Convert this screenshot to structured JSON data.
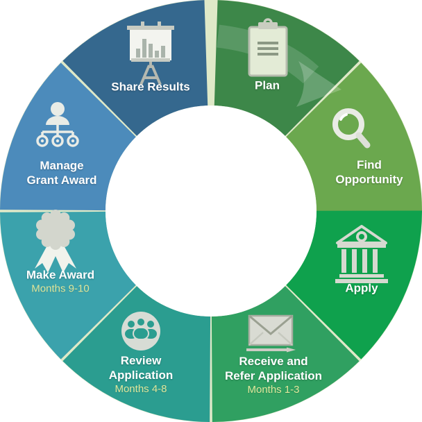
{
  "segments": [
    {
      "id": "plan",
      "label": "Plan",
      "icon": "clipboard-icon",
      "color": "#3D8749"
    },
    {
      "id": "find-opportunity",
      "label": "Find Opportunity",
      "label_lines": [
        "Find",
        "Opportunity"
      ],
      "icon": "magnifying-glass-icon",
      "color": "#6BA84E"
    },
    {
      "id": "apply",
      "label": "Apply",
      "icon": "bank-building-icon",
      "color": "#0FA14D"
    },
    {
      "id": "receive-refer-application",
      "label": "Receive and Refer Application",
      "label_lines": [
        "Receive and",
        "Refer Application"
      ],
      "sublabel": "Months 1-3",
      "icon": "envelope-pen-icon",
      "color": "#30A061"
    },
    {
      "id": "review-application",
      "label": "Review Application",
      "label_lines": [
        "Review",
        "Application"
      ],
      "sublabel": "Months 4-8",
      "icon": "people-group-icon",
      "color": "#2B9D90"
    },
    {
      "id": "make-award",
      "label": "Make Award",
      "sublabel": "Months 9-10",
      "icon": "award-ribbon-icon",
      "color": "#3BA2AC"
    },
    {
      "id": "manage-grant-award",
      "label": "Manage Grant Award",
      "label_lines": [
        "Manage",
        "Grant Award"
      ],
      "icon": "org-chart-icon",
      "color": "#4C8BBB"
    },
    {
      "id": "share-results",
      "label": "Share Results",
      "icon": "presentation-chart-icon",
      "color": "#35688E"
    }
  ],
  "colors": {
    "separator": "#DFE9C8",
    "background": "#FFFFFF",
    "center": "#FFFFFF",
    "label_text": "#FFFFFF",
    "sublabel_text": "#DFE79C",
    "arrow_overlay": "rgba(255,255,255,0.18)"
  }
}
